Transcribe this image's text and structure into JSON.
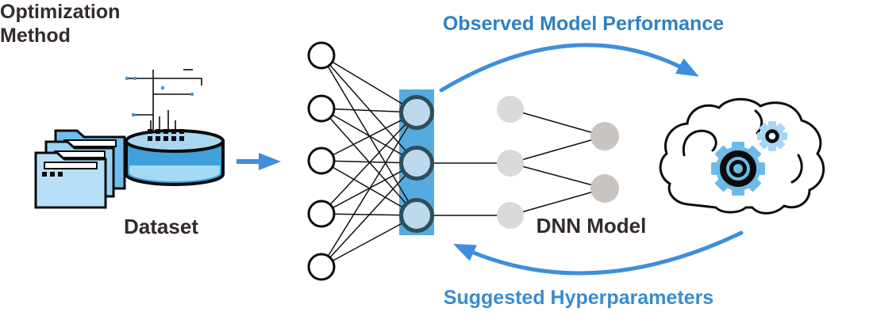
{
  "diagram": {
    "type": "flow-diagram",
    "labels": {
      "observed": "Observed Model Performance",
      "suggested": "Suggested Hyperparameters",
      "dataset": "Dataset",
      "dnn_model": "DNN Model",
      "optimization_line1": "Optimization",
      "optimization_line2": "Method"
    },
    "icons": [
      "folder-stack-icon",
      "database-cylinder-icon",
      "circuit-wires-icon",
      "neural-network-icon",
      "hidden-layer-highlight",
      "brain-icon",
      "gear-icon",
      "flow-arrow-icon",
      "feedback-arc-icon"
    ],
    "dnn_layers": [
      5,
      3,
      3,
      2
    ],
    "colors": {
      "arrow_blue": "#3E8EDC",
      "label_blue_top": "#2E80C6",
      "label_blue_bottom": "#3A8BD2",
      "label_dark": "#332B2D",
      "hidden_layer_highlight": "#55AADF",
      "hidden_node_fill": "#BDD9EE",
      "hidden_node_stroke": "#2F4D5A",
      "input_node_fill": "#FFFFFF",
      "gray_node_light": "#DCDAD8",
      "gray_node_dark": "#C8C4C0",
      "gear_blue_large": "#6FB9E8",
      "gear_blue_small": "#A9D6F3",
      "cylinder_body_blue": "#3FA0DB",
      "cylinder_top_blue": "#A8D7F2",
      "cylinder_band_blue": "#A6DAF4",
      "folder_back": "#6FBDEC",
      "folder_middle": "#9BD2F3",
      "folder_front": "#B7E0F8",
      "outline_black": "#0B0B0B"
    }
  }
}
